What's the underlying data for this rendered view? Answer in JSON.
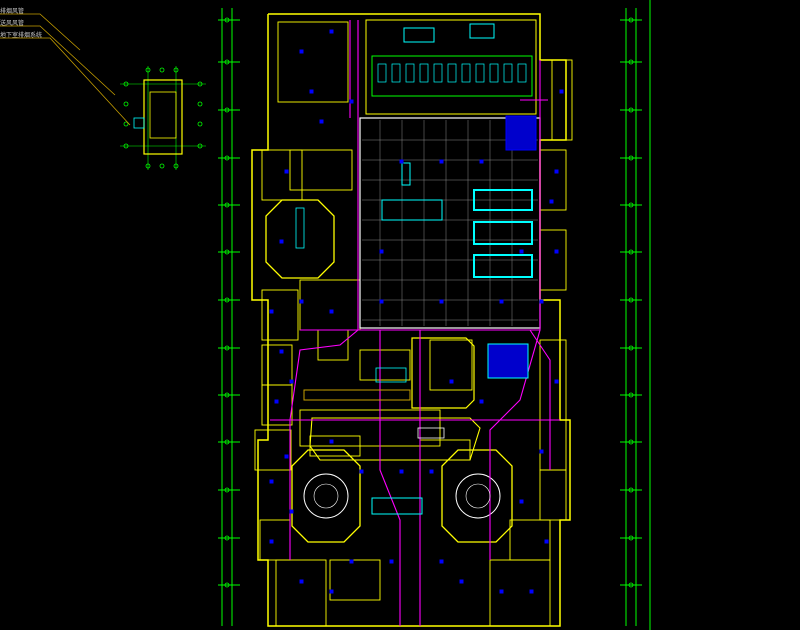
{
  "drawing": {
    "type": "cad-floor-plan",
    "background": "#000000",
    "layer_colors": {
      "axis": "#00ff00",
      "wall": "#ffff00",
      "duct": "#ff00ff",
      "equipment": "#00ffff",
      "fixture": "#0000ff",
      "text": "#ffffff",
      "leader": "#c8a000"
    }
  },
  "legend": {
    "items": [
      {
        "label": "排烟风管",
        "color": "#ffffff"
      },
      {
        "label": "送风风管",
        "color": "#ffffff"
      },
      {
        "label": "地下室排烟系统",
        "color": "#ffffff"
      }
    ]
  }
}
